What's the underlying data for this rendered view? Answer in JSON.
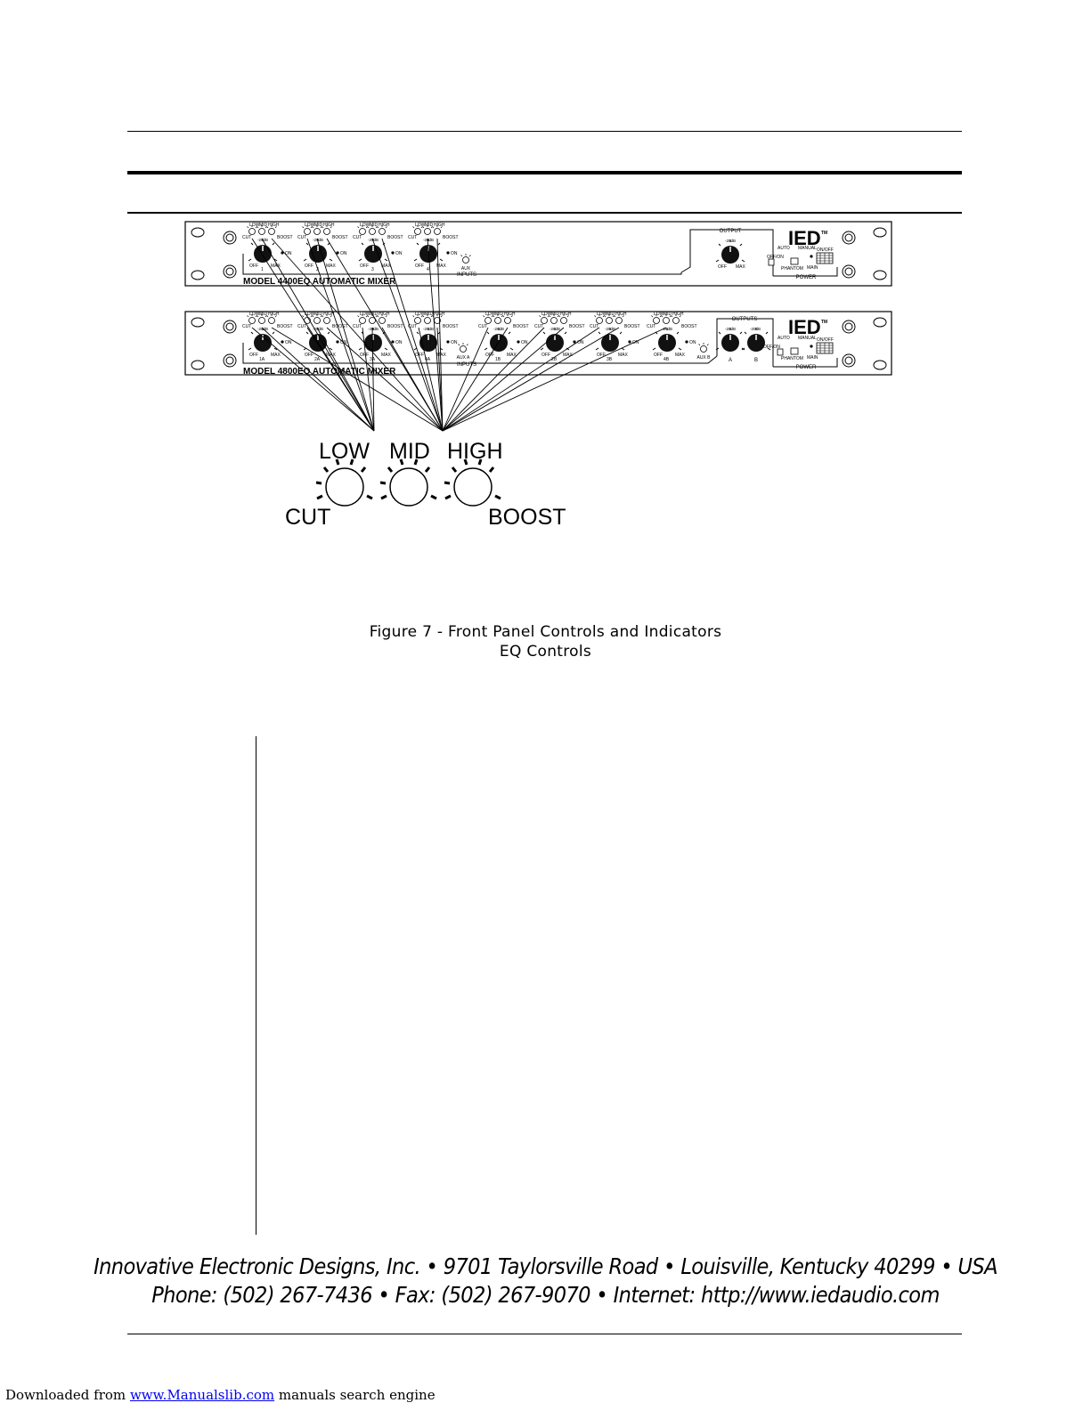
{
  "panel1": {
    "model": "MODEL 4400EQ AUTOMATIC MIXER",
    "eq_low": "LOW",
    "eq_mid": "MID",
    "eq_high": "HIGH",
    "eq_cut": "CUT",
    "eq_boost": "BOOST",
    "gain_db": "-20dB",
    "off": "OFF",
    "max": "MAX",
    "on": "ON",
    "channels": [
      "1",
      "2",
      "3",
      "4"
    ],
    "aux": "AUX",
    "inputs": "INPUTS",
    "output": "OUTPUT",
    "auto": "AUTO",
    "manual": "MANUAL",
    "off_on": "OFF/ON",
    "phantom": "PHANTOM",
    "main": "MAIN",
    "on_off": "ON/OFF",
    "power": "POWER",
    "brand": "IED",
    "tm": "TM"
  },
  "panel2": {
    "model": "MODEL 4800EQ AUTOMATIC MIXER",
    "channels": [
      "1A",
      "2A",
      "3A",
      "4A",
      "1B",
      "2B",
      "3B",
      "4B"
    ],
    "aux_a": "AUX A",
    "aux_b": "AUX B",
    "inputs": "INPUTS",
    "outputs": "OUTPUTS",
    "out_a": "A",
    "out_b": "B",
    "brand": "IED",
    "tm": "TM"
  },
  "eq_callout": {
    "low": "LOW",
    "mid": "MID",
    "high": "HIGH",
    "cut": "CUT",
    "boost": "BOOST"
  },
  "caption": {
    "line1": "Figure 7 - Front Panel Controls and Indicators",
    "line2": "EQ Controls"
  },
  "footer": {
    "line1": "Innovative Electronic Designs, Inc. • 9701 Taylorsville Road • Louisville, Kentucky 40299 • USA",
    "line2": "Phone: (502) 267-7436 • Fax: (502) 267-9070 • Internet: http://www.iedaudio.com"
  },
  "download": {
    "prefix": "Downloaded from",
    "link": "www.Manualslib.com",
    "suffix": "manuals search engine"
  }
}
